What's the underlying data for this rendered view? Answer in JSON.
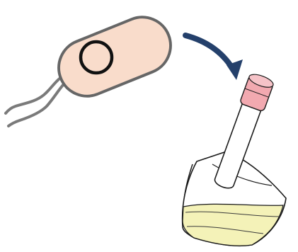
{
  "diagram": {
    "colors": {
      "background": "#ffffff",
      "cell_fill": "#f9dccb",
      "cell_outline": "#666666",
      "flagellum": "#7a7a7a",
      "nucleus_ring": "#111111",
      "arrow": "#24406b",
      "tube_cap": "#f2a9b0",
      "tube_outline": "#1a1a1a",
      "medium_fill": "#f4f2b8",
      "flask_outline": "#1a1a1a"
    },
    "elements": [
      {
        "name": "bacterium",
        "icon": "rod-shaped-cell-icon"
      },
      {
        "name": "flagella",
        "icon": "wavy-tail-icon"
      },
      {
        "name": "transfer-arrow",
        "icon": "curved-arrow-icon"
      },
      {
        "name": "culture-tube",
        "icon": "test-tube-icon"
      },
      {
        "name": "culture-flask",
        "icon": "flask-with-medium-icon"
      }
    ]
  }
}
